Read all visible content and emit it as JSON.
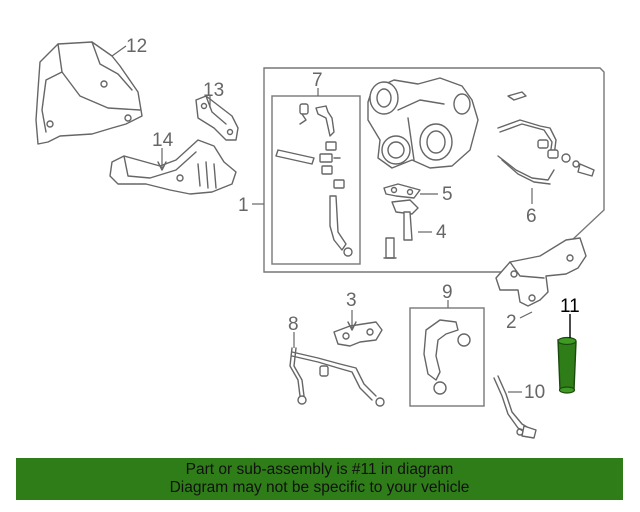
{
  "callouts": {
    "c1": "1",
    "c2": "2",
    "c3": "3",
    "c4": "4",
    "c5": "5",
    "c6": "6",
    "c7": "7",
    "c8": "8",
    "c9": "9",
    "c10": "10",
    "c11": "11",
    "c12": "12",
    "c13": "13",
    "c14": "14"
  },
  "highlight": {
    "part_number": "11",
    "color": "#2f7d18"
  },
  "banner": {
    "line1": "Part or sub-assembly is #11 in diagram",
    "line2": "Diagram may not be specific to your vehicle",
    "background": "#2f7d18"
  }
}
